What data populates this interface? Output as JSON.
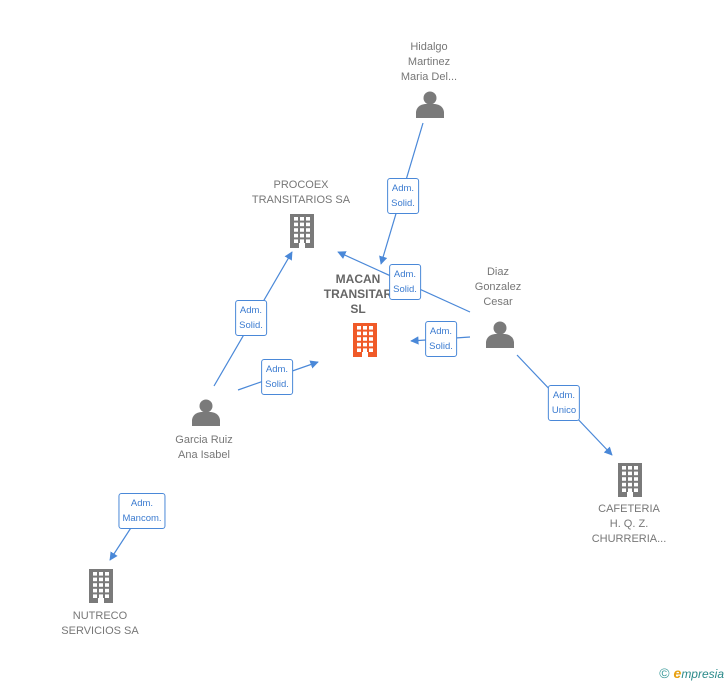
{
  "nodes": [
    {
      "id": "hidalgo",
      "type": "person",
      "lines": [
        "Hidalgo",
        "Martinez",
        "Maria Del..."
      ]
    },
    {
      "id": "procoex",
      "type": "company",
      "lines": [
        "PROCOEX",
        "TRANSITARIOS SA"
      ]
    },
    {
      "id": "macan",
      "type": "company-main",
      "lines": [
        "MACAN",
        "TRANSITAR",
        "SL"
      ]
    },
    {
      "id": "diaz",
      "type": "person",
      "lines": [
        "Diaz",
        "Gonzalez",
        "Cesar"
      ]
    },
    {
      "id": "garcia",
      "type": "person",
      "lines": [
        "Garcia Ruiz",
        "Ana Isabel"
      ]
    },
    {
      "id": "cafeteria",
      "type": "company",
      "lines": [
        "CAFETERIA",
        "H.  Q.  Z.",
        "CHURRERIA..."
      ]
    },
    {
      "id": "nutreco",
      "type": "company",
      "lines": [
        "NUTRECO",
        "SERVICIOS SA"
      ]
    }
  ],
  "edges": [
    {
      "id": "e1",
      "from": "hidalgo",
      "to": "macan",
      "label": [
        "Adm.",
        "Solid."
      ]
    },
    {
      "id": "e2",
      "from": "diaz",
      "to": "procoex",
      "label": [
        "Adm.",
        "Solid."
      ]
    },
    {
      "id": "e3",
      "from": "diaz",
      "to": "macan",
      "label": [
        "Adm.",
        "Solid."
      ]
    },
    {
      "id": "e4",
      "from": "garcia",
      "to": "procoex",
      "label": [
        "Adm.",
        "Solid."
      ]
    },
    {
      "id": "e5",
      "from": "garcia",
      "to": "macan",
      "label": [
        "Adm.",
        "Solid."
      ]
    },
    {
      "id": "e6",
      "from": "diaz",
      "to": "cafeteria",
      "label": [
        "Adm.",
        "Unico"
      ]
    },
    {
      "id": "e7",
      "from": "garcia",
      "to": "nutreco",
      "label": [
        "Adm.",
        "Mancom."
      ]
    }
  ],
  "colors": {
    "edge": "#4a88d8",
    "icon": "#7a7a7a",
    "main_icon": "#f05a28"
  },
  "footer": {
    "copyright_symbol": "©",
    "brand_initial": "e",
    "brand_rest": "mpresia"
  }
}
